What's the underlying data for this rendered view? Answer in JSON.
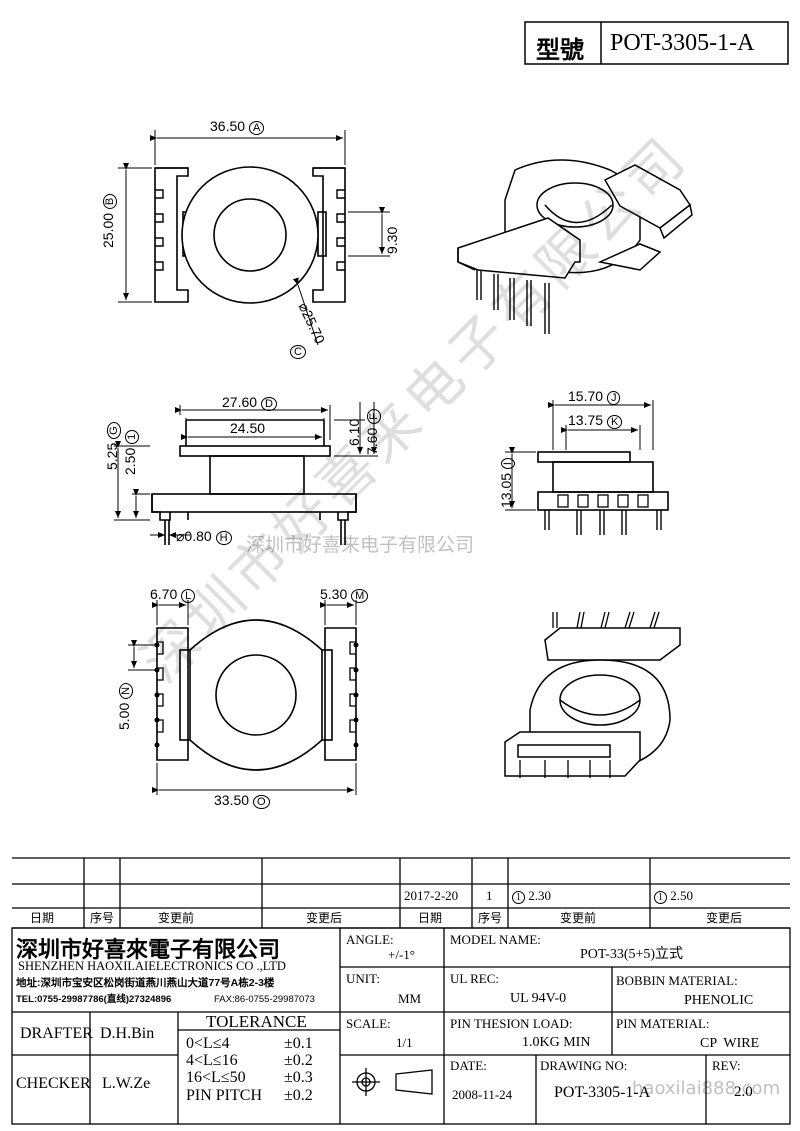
{
  "model_box": {
    "label": "型號",
    "value": "POT-3305-1-A"
  },
  "watermark": {
    "diagonal": "深圳市好喜来电子有限公司",
    "horizontal": "深圳市好喜来电子有限公司",
    "footer": "haoxilai888.com"
  },
  "dims": {
    "a": "36.50",
    "b": "25.00",
    "c": "⌀25.70",
    "c_right": "9.30",
    "d": "27.60",
    "e": "24.50",
    "f": "7.60",
    "f2": "6.10",
    "g": "5.25",
    "g2": "2.50",
    "h": "⌀0.80",
    "j": "15.70",
    "k": "13.75",
    "i": "13.05",
    "l": "6.70",
    "m": "5.30",
    "n": "5.00",
    "o": "33.50"
  },
  "markers": {
    "a": "A",
    "b": "B",
    "c": "C",
    "d": "D",
    "e": "E",
    "f": "F",
    "g": "G",
    "i": "I",
    "h": "H",
    "j": "J",
    "k": "K",
    "l": "L",
    "m": "M",
    "n": "N",
    "o": "O",
    "one": "1"
  },
  "revision": {
    "date": "2017-2-20",
    "no": "1",
    "before": "2.30",
    "after": "2.50",
    "circled": "1",
    "headers": [
      "日期",
      "序号",
      "变更前",
      "变更后",
      "日期",
      "序号",
      "变更前",
      "变更后"
    ]
  },
  "company": {
    "name_cn": "深圳市好喜來電子有限公司",
    "name_en": "SHENZHEN HAOXILAIELECTRONICS CO .,LTD",
    "address": "地址:深圳市宝安区松岗街道燕川燕山大道77号A栋2-3楼",
    "tel": "TEL:0755-29987786(直线)27324896",
    "fax": "FAX:86-0755-29987073"
  },
  "staff": {
    "drafter_label": "DRAFTER",
    "drafter": "D.H.Bin",
    "checker_label": "CHECKER",
    "checker": "L.W.Ze"
  },
  "tolerance": {
    "title": "TOLERANCE",
    "rows": [
      {
        "range": "0<L≤4",
        "tol": "±0.1"
      },
      {
        "range": "4<L≤16",
        "tol": "±0.2"
      },
      {
        "range": "16<L≤50",
        "tol": "±0.3"
      },
      {
        "range": "PIN PITCH",
        "tol": "±0.2"
      }
    ]
  },
  "angle": {
    "label": "ANGLE:",
    "value": "+/-1°"
  },
  "unit": {
    "label": "UNIT:",
    "value": "MM"
  },
  "scale": {
    "label": "SCALE:",
    "value": "1/1"
  },
  "model_name": {
    "label": "MODEL NAME:",
    "value": "POT-33(5+5)立式"
  },
  "ul_rec": {
    "label": "UL REC:",
    "value": "UL 94V-0"
  },
  "bobbin_material": {
    "label": "BOBBIN MATERIAL:",
    "value": "PHENOLIC"
  },
  "pin_thesion": {
    "label": "PIN THESION LOAD:",
    "value": "1.0KG MIN"
  },
  "pin_material": {
    "label": "PIN MATERIAL:",
    "value": "CP  WIRE"
  },
  "date": {
    "label": "DATE:",
    "value": "2008-11-24"
  },
  "drawing_no": {
    "label": "DRAWING NO:",
    "value": "POT-3305-1-A"
  },
  "rev": {
    "label": "REV:",
    "value": "2.0"
  }
}
